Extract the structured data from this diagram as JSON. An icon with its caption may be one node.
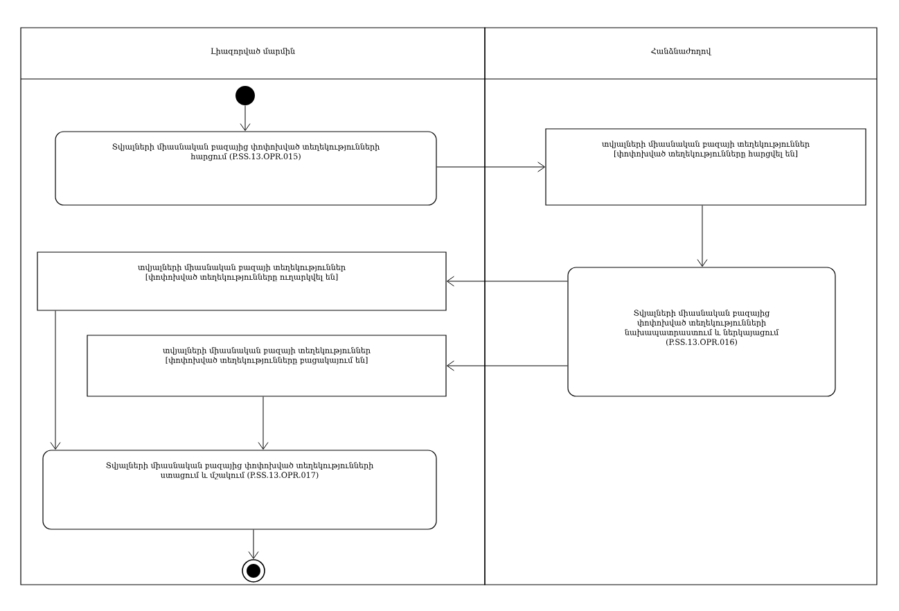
{
  "diagram": {
    "nodes": [
      {
        "text": [
          "Լիազորված մարմին"
        ]
      },
      {
        "text": [
          "Հանձնաժողով"
        ]
      },
      {
        "text": [],
        "shape": "circle",
        "in": 0
      },
      {
        "text": [
          "Տվյալների միասնական բազայից փոփոխված տեղեկությունների հարցում (P.SS.13.OPR.015)"
        ],
        "in": 0
      },
      {
        "text": [
          "տվյալների միասնական բազայի տեղեկություններ [փոփոխված տեղեկությունները հարցվել են]"
        ],
        "in": 1
      },
      {
        "text": [
          "Տվյալների միասնական բազայից փոփոխված տեղեկությունների նախապատրաստում և ներկայացում (P.SS.13.OPR.016)"
        ],
        "in": 1
      },
      {
        "text": [
          "տվյալների միասնական բազայի տեղեկություններ [փոփոխված տեղեկությունները ուղարկվել են]"
        ],
        "in": 0
      },
      {
        "text": [
          "տվյալների միասնական բազայի տեղեկություններ [փոփոխված տեղեկությունները բացակայում են]"
        ],
        "in": 0
      },
      {
        "text": [
          "Տվյալների միասնական բազայից փոփոխված տեղեկությունների ստացում և մշակում (P.SS.13.OPR.017)"
        ],
        "in": 0
      },
      {
        "text": [],
        "shape": "bullseye",
        "in": 0
      }
    ],
    "edges": [
      {
        "from": 2,
        "to": 3,
        "arrow": "to"
      },
      {
        "from": 3,
        "to": 4,
        "arrow": "to"
      },
      {
        "from": 4,
        "to": 5,
        "arrow": "to"
      },
      {
        "from": 5,
        "to": 6,
        "arrow": "to"
      },
      {
        "from": 5,
        "to": 7,
        "arrow": "to"
      },
      {
        "from": 6,
        "to": 8,
        "arrow": "to"
      },
      {
        "from": 7,
        "to": 8,
        "arrow": "to"
      },
      {
        "from": 8,
        "to": 9,
        "arrow": "to"
      }
    ]
  }
}
